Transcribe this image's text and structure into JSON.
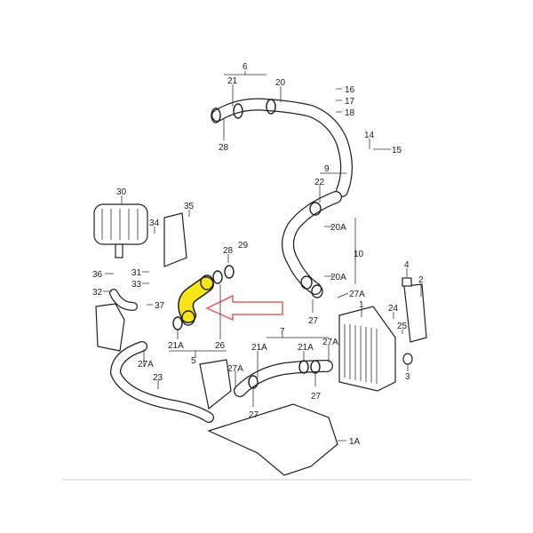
{
  "diagram": {
    "highlight_color": "#f5e51a",
    "arrow_color": "#e06060",
    "labels": {
      "l6": "6",
      "l21": "21",
      "l20": "20",
      "l16": "16",
      "l17": "17",
      "l18": "18",
      "l28a": "28",
      "l14": "14",
      "l15": "15",
      "l9": "9",
      "l22": "22",
      "l20a1": "20A",
      "l10": "10",
      "l20a2": "20A",
      "l30": "30",
      "l35": "35",
      "l34": "34",
      "l28b": "28",
      "l29": "29",
      "l36": "36",
      "l31": "31",
      "l33": "33",
      "l32": "32",
      "l37": "37",
      "l27a1": "27A",
      "l27a": "27",
      "l4": "4",
      "l2": "2",
      "l24": "24",
      "l25": "25",
      "l3": "3",
      "l1": "1",
      "l21a1": "21A",
      "l26": "26",
      "l5": "5",
      "l7": "7",
      "l21a2": "21A",
      "l21a3": "21A",
      "l27a2": "27A",
      "l27a3": "27A",
      "l27a4": "27A",
      "l23": "23",
      "l27b": "27",
      "l27c": "27",
      "l1a": "1A"
    }
  }
}
